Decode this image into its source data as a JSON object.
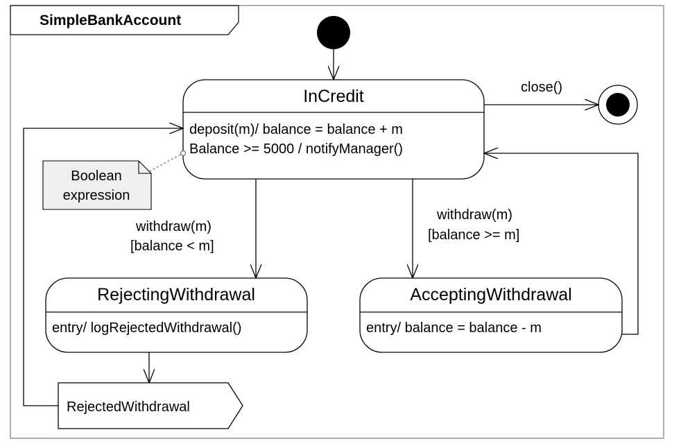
{
  "frame": {
    "title": "SimpleBankAccount"
  },
  "states": {
    "in_credit": {
      "name": "InCredit",
      "line1": "deposit(m)/ balance = balance + m",
      "line2": "Balance >= 5000 /  notifyManager()"
    },
    "rejecting": {
      "name": "RejectingWithdrawal",
      "entry": "entry/ logRejectedWithdrawal()"
    },
    "accepting": {
      "name": "AcceptingWithdrawal",
      "entry": "entry/ balance = balance - m"
    }
  },
  "signal": {
    "label": "RejectedWithdrawal"
  },
  "note": {
    "line1": "Boolean",
    "line2": "expression"
  },
  "transitions": {
    "close": "close()",
    "withdraw_reject": {
      "line1": "withdraw(m)",
      "line2": "[balance < m]"
    },
    "withdraw_accept": {
      "line1": "withdraw(m)",
      "line2": "[balance >= m]"
    }
  }
}
